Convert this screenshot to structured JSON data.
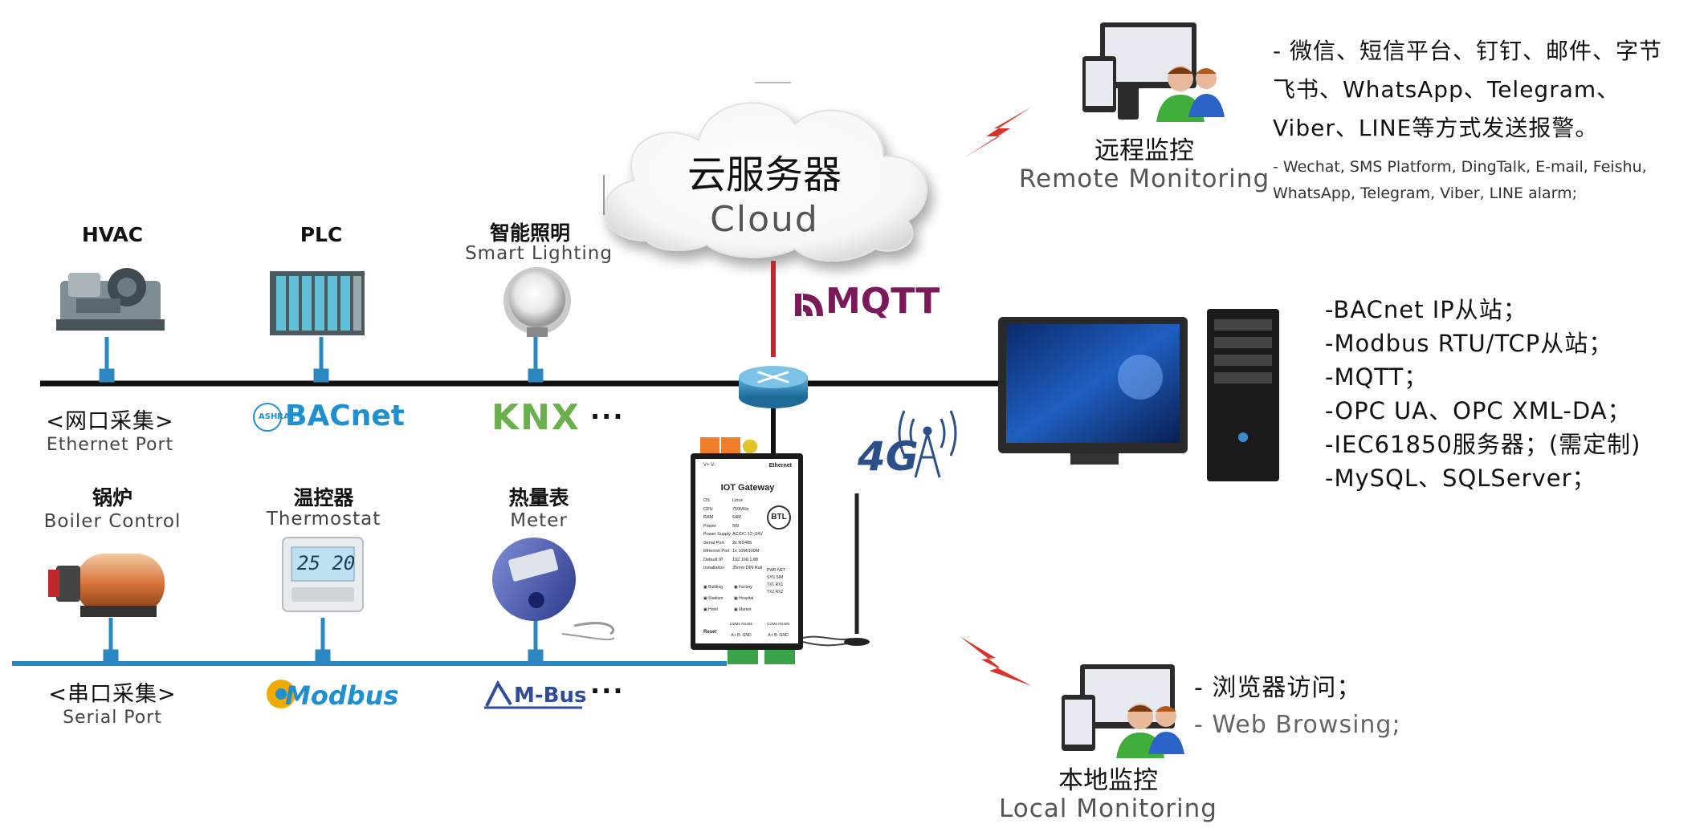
{
  "cloud": {
    "zh": "云服务器",
    "en": "Cloud"
  },
  "mqtt_label": "MQTT",
  "cellular_label": "4G",
  "ethernet_bus": {
    "zh": "<网口采集>",
    "en": "Ethernet Port"
  },
  "serial_bus": {
    "zh": "<串口采集>",
    "en": "Serial Port"
  },
  "ethernet_devices": [
    {
      "zh": "HVAC",
      "en": ""
    },
    {
      "zh": "PLC",
      "en": ""
    },
    {
      "zh": "智能照明",
      "en": "Smart Lighting"
    }
  ],
  "serial_devices": [
    {
      "zh": "锅炉",
      "en": "Boiler Control"
    },
    {
      "zh": "温控器",
      "en": "Thermostat"
    },
    {
      "zh": "热量表",
      "en": "Meter"
    }
  ],
  "ethernet_protocols": [
    "BACnet",
    "KNX"
  ],
  "serial_protocols": [
    "Modbus",
    "M-Bus"
  ],
  "ethernet_protocols_more": "···",
  "serial_protocols_more": "···",
  "thermostat_display": "25  20",
  "bacnet_badge": "ASHRAE",
  "gateway": {
    "title": "IOT Gateway",
    "header_label": "Ethernet",
    "power_label": "V+  V-",
    "specs": [
      [
        "OS",
        "Linux"
      ],
      [
        "CPU",
        "750MHz"
      ],
      [
        "RAM",
        "64M"
      ],
      [
        "Power",
        "5W"
      ],
      [
        "Power Supply",
        "AC/DC 12~24V"
      ],
      [
        "Serial Port",
        "2x RS485"
      ],
      [
        "Ethernet Port",
        "1x 10M/100M"
      ],
      [
        "Default IP",
        "192.168.1.88"
      ],
      [
        "Installation",
        "35mm DIN Rail"
      ]
    ],
    "logo": "BTL",
    "status_leds": [
      "PWR",
      "NET",
      "SYS",
      "SIM",
      "TX1",
      "RX1",
      "TX2",
      "RX2"
    ],
    "applications": [
      "Building",
      "Factory",
      "Stadium",
      "Hospital",
      "Hotel",
      "Market"
    ],
    "reset_label": "Reset",
    "com1_label": "COM1 RS485",
    "com2_label": "COM2 RS485",
    "com_pins": "A+  B-  GND"
  },
  "remote_monitoring": {
    "zh": "远程监控",
    "en": "Remote Monitoring",
    "alarm_zh": "- 微信、短信平台、钉钉、邮件、字节飞书、WhatsApp、Telegram、Viber、LINE等方式发送报警。",
    "alarm_en": "- Wechat, SMS Platform, DingTalk, E-mail, Feishu, WhatsApp, Telegram, Viber,  LINE alarm;"
  },
  "server_features": [
    "-BACnet IP从站；",
    "-Modbus RTU/TCP从站；",
    "-MQTT；",
    "-OPC UA、OPC XML-DA；",
    "-IEC61850服务器；(需定制)",
    "-MySQL、SQLServer；"
  ],
  "local_monitoring": {
    "zh": "本地监控",
    "en": "Local Monitoring",
    "features": [
      "- 浏览器访问；",
      "- Web Browsing;"
    ]
  },
  "colors": {
    "ethernet_bus": "#111111",
    "serial_bus": "#2b87c0",
    "cloud_link": "#c0282d",
    "device_drop": "#2b87c0",
    "lightning": "#d8342b",
    "mqtt": "#7a1a5a",
    "knx_green": "#6ab04c",
    "knx_blue": "#2a6db5",
    "bacnet": "#1f8fd0",
    "modbus": "#1f8fd0",
    "mbus": "#2f4c9a"
  }
}
